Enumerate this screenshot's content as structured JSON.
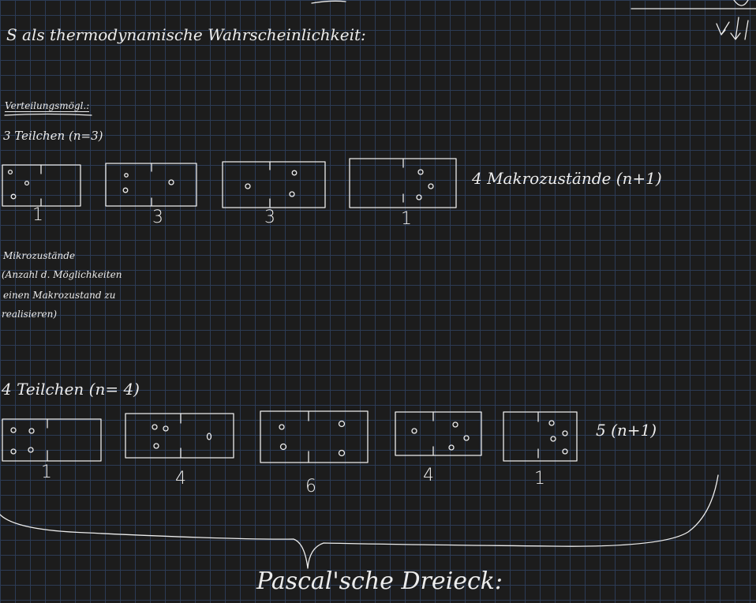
{
  "heading": "S als thermodynamische Wahrscheinlichkeit:",
  "section_label": "Verteilungsmögl.:",
  "case3": {
    "title": "3 Teilchen (n=3)",
    "counts": [
      "1",
      "3",
      "3",
      "1"
    ],
    "macro_note": "4 Makrozustände (n+1)"
  },
  "micro_note": {
    "lines": [
      "Mikrozustände",
      "(Anzahl d. Möglichkeiten",
      "einen Makrozustand zu",
      "realisieren)"
    ]
  },
  "case4": {
    "title": "4 Teilchen (n= 4)",
    "counts": [
      "1",
      "4",
      "6",
      "4",
      "1"
    ],
    "macro_note": "5 (n+1)"
  },
  "brace_label": "Pascal'sche Dreieck:"
}
